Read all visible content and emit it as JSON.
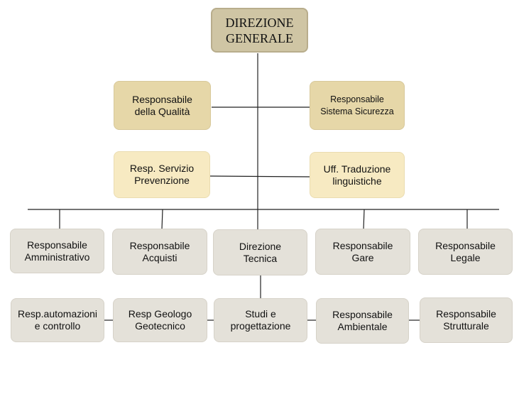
{
  "top": {
    "label": "DIREZIONE\nGENERALE"
  },
  "staff_row1": {
    "left": {
      "label": "Responsabile\ndella Qualità"
    },
    "right": {
      "label": "Responsabile\nSistema Sicurezza"
    }
  },
  "staff_row2": {
    "left": {
      "label": "Resp. Servizio\nPrevenzione"
    },
    "right": {
      "label": "Uff. Traduzione\nlinguistiche"
    }
  },
  "units": [
    {
      "label": "Responsabile\nAmministrativo"
    },
    {
      "label": "Responsabile\nAcquisti"
    },
    {
      "label": "Direzione\nTecnica"
    },
    {
      "label": "Responsabile\nGare"
    },
    {
      "label": "Responsabile\nLegale"
    }
  ],
  "technical": [
    {
      "label": "Resp.automazioni\ne controllo"
    },
    {
      "label": "Resp Geologo\nGeotecnico"
    },
    {
      "label": "Studi e\nprogettazione"
    },
    {
      "label": "Responsabile\nAmbientale"
    },
    {
      "label": "Responsabile\nStrutturale"
    }
  ],
  "colors": {
    "top": "#cfc5a4",
    "staff_row1": "#e6d7a8",
    "staff_row2": "#f7eac2",
    "units": "#e4e1d9",
    "connector": "#222222"
  }
}
